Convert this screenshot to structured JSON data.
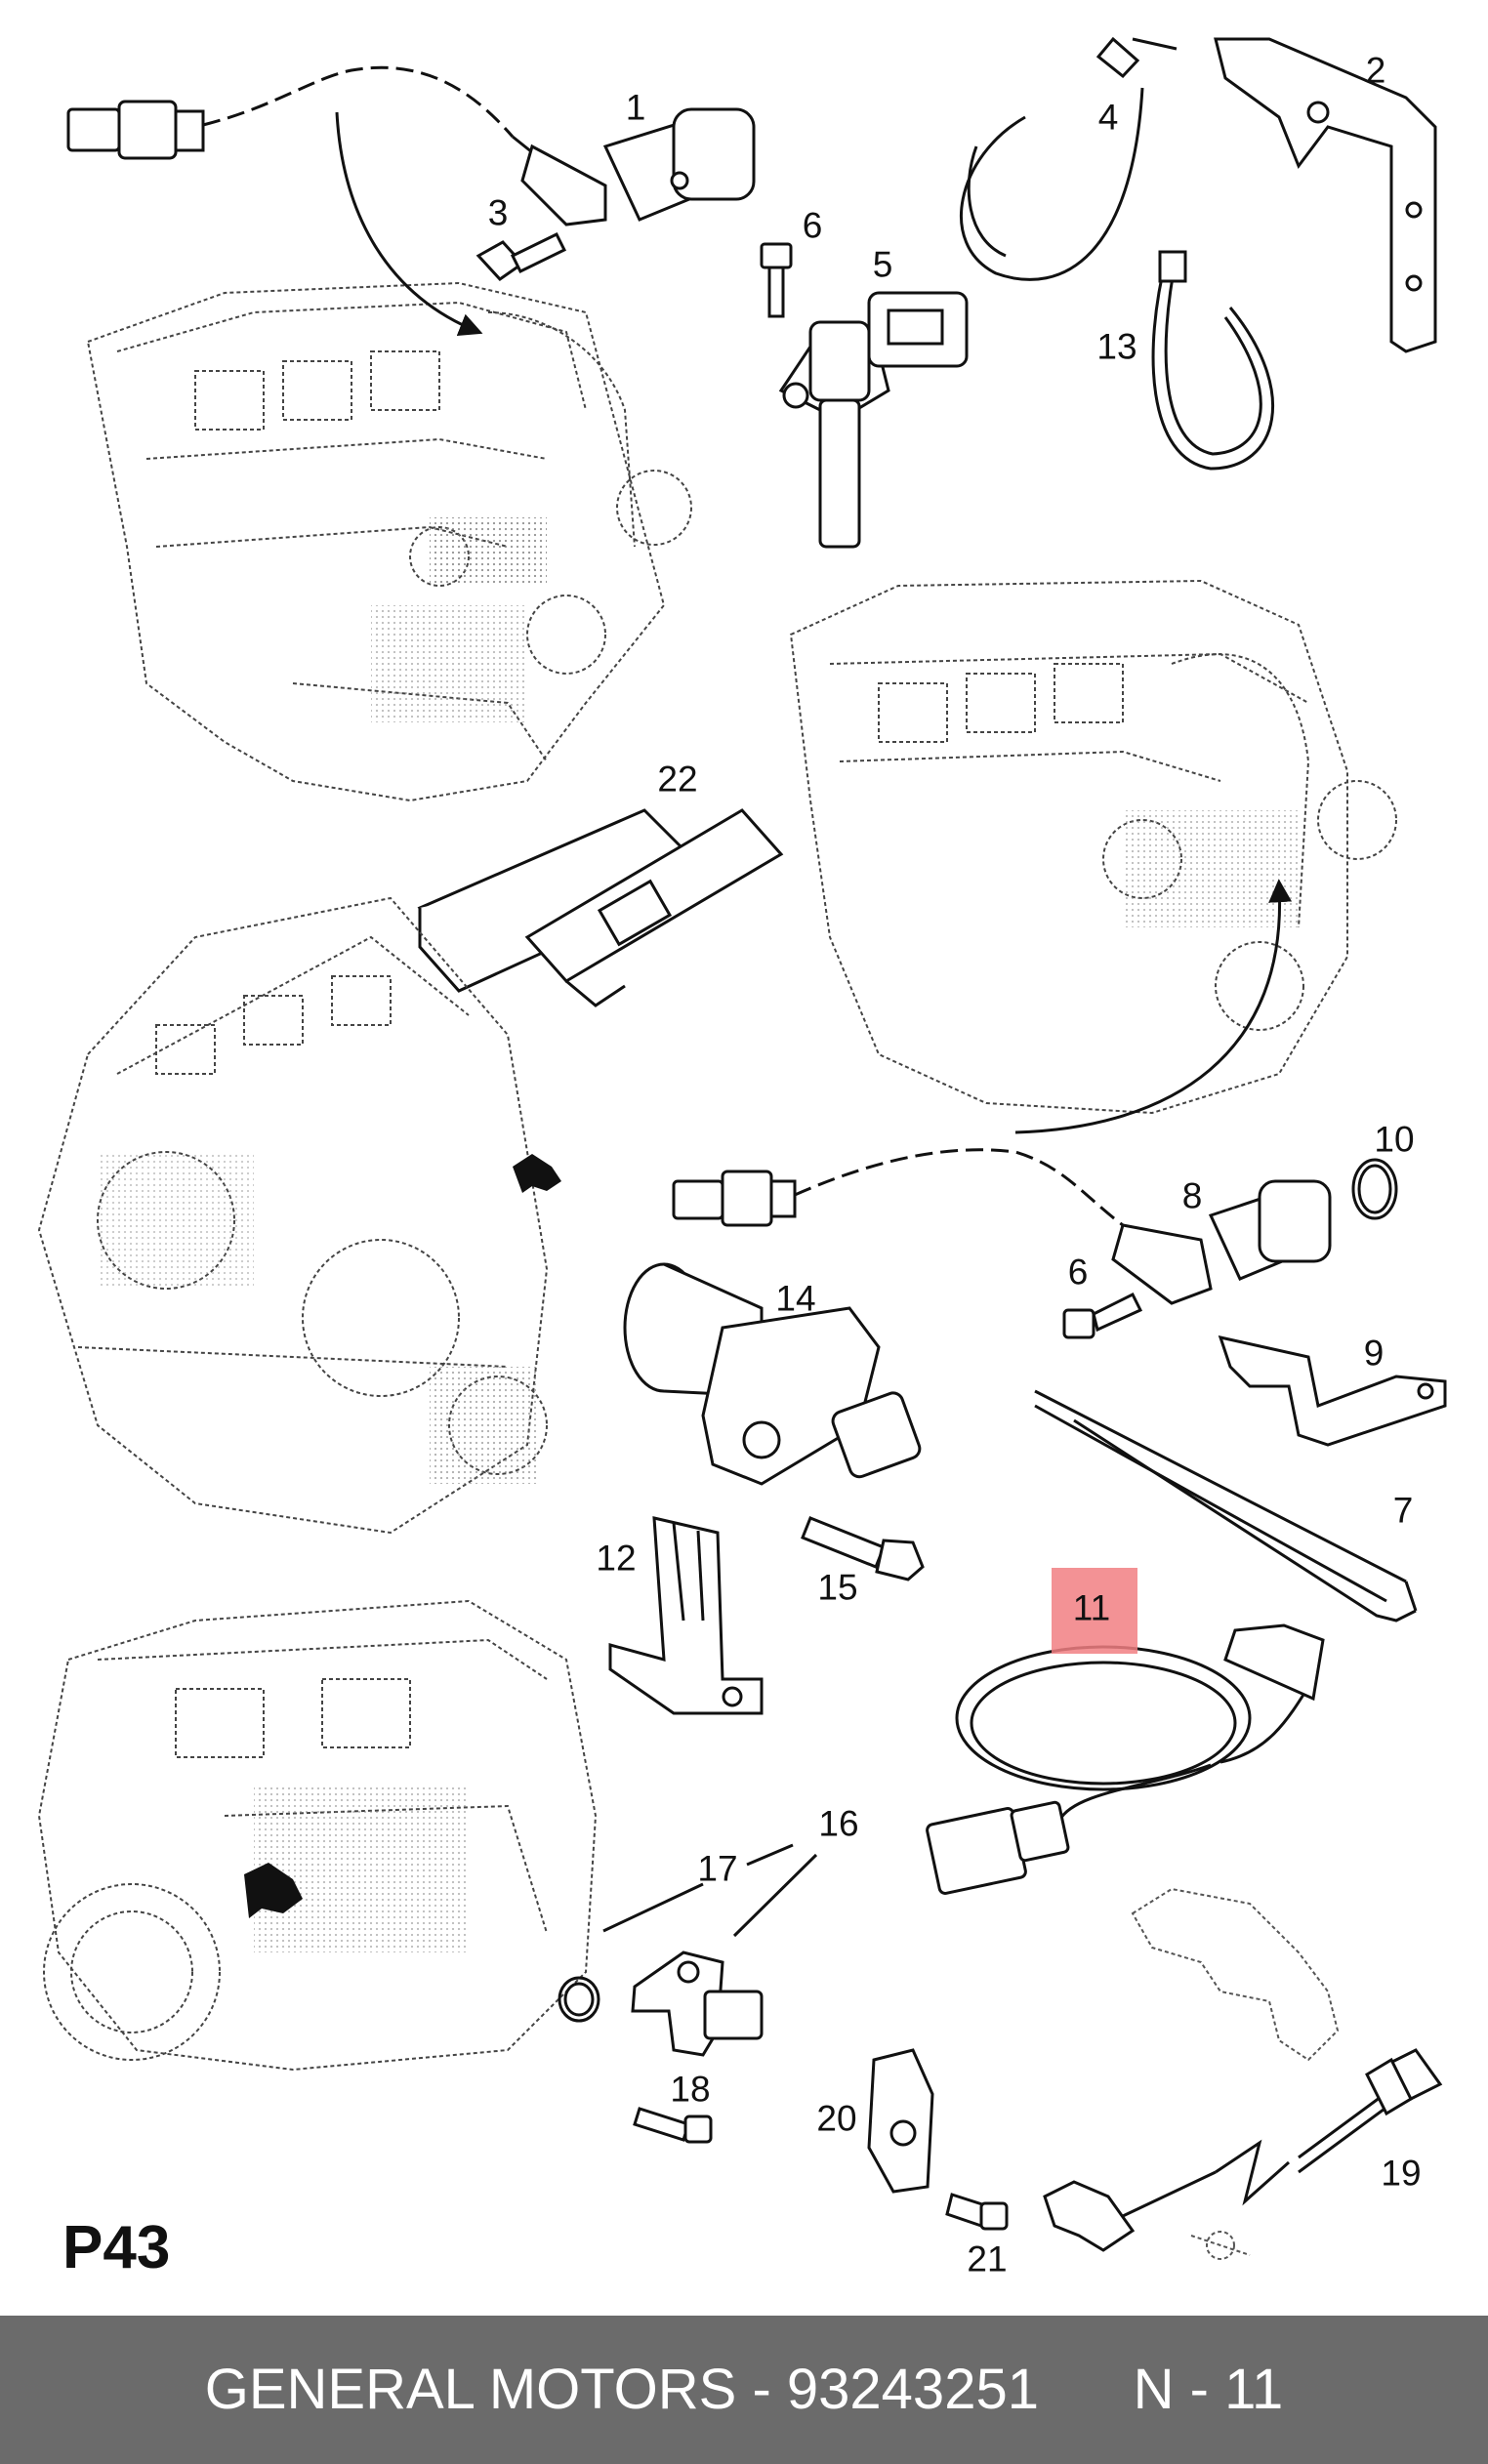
{
  "page_code": "P43",
  "highlighted_label": "11",
  "highlight_color": "#f17f82",
  "footer": {
    "brand": "GENERAL MOTORS",
    "separator": " - ",
    "part_number": "93243251",
    "position_code": "N - 11",
    "background": "#6b6b6b"
  },
  "callouts": [
    "1",
    "2",
    "3",
    "4",
    "5",
    "6",
    "6",
    "7",
    "8",
    "9",
    "10",
    "11",
    "12",
    "13",
    "14",
    "15",
    "16",
    "17",
    "18",
    "19",
    "20",
    "21",
    "22"
  ]
}
